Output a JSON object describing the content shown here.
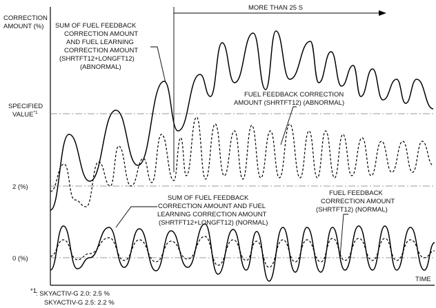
{
  "axis": {
    "y_title_line1": "CORRECTION",
    "y_title_line2": "AMOUNT (%)",
    "x_title": "TIME",
    "specified_line1": "SPECIFIED",
    "specified_line2": "VALUE",
    "specified_mark": "*1",
    "two_percent": "2 (%)",
    "zero_percent": "0 (%)"
  },
  "duration": {
    "label": "MORE THAN 25 S"
  },
  "annotations": {
    "sum_abnormal": [
      "SUM OF FUEL FEEDBACK",
      "CORRECTION AMOUNT",
      "AND FUEL LEARNING",
      "CORRECTION AMOUNT",
      "(SHRTFT12+LONGFT12)",
      "(ABNORMAL)"
    ],
    "feedback_abnormal": [
      "FUEL FEEDBACK CORRECTION",
      "AMOUNT (SHRTFT12) (ABNORMAL)"
    ],
    "sum_normal": [
      "SUM OF FUEL FEEDBACK",
      "CORRECTION AMOUNT AND FUEL",
      "LEARNING CORRECTION AMOUNT",
      "(SHRTFT12+LONGFT12) (NORMAL)"
    ],
    "feedback_normal": [
      "FUEL FEEDBACK",
      "CORRECTION AMOUNT",
      "(SHRTFT12) (NORMAL)"
    ]
  },
  "footnote": {
    "mark": "*1",
    "line1": ": SKYACTIV-G 2.0: 2.5 %",
    "line2": "SKYACTIV-G 2.5: 2.2 %"
  }
}
